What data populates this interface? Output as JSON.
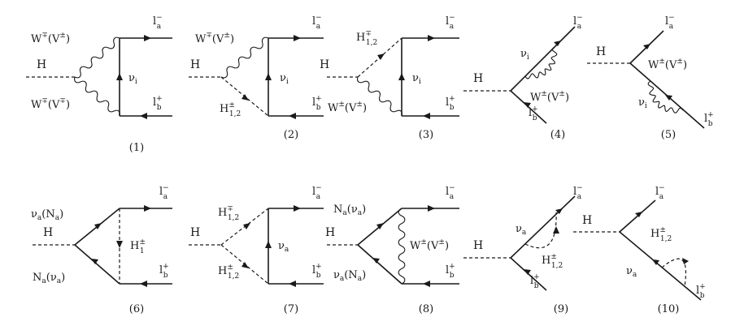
{
  "labels": {
    "H": "H",
    "W_mp": "W",
    "W_mp_sup": "∓",
    "W_mp_V": "(V",
    "W_mp_Vsup": "±",
    "W_mp_close": ")",
    "W_pm": "W",
    "W_pm_sup": "±",
    "W_pm_V": "(V",
    "W_pm_Vsup": "±",
    "W_pm_close": ")",
    "W_mm_V": "(V",
    "W_mm_Vsup": "∓",
    "l": "l",
    "a": "a",
    "b": "b",
    "minus": "−",
    "plus": "+",
    "nu": "ν",
    "i": "i",
    "N": "N",
    "H_charged": "H",
    "H_sub": "1,2",
    "H_sub1": "1",
    "H_sup_pm": "±",
    "H_sup_mp": "∓"
  },
  "diagrams": [
    {
      "number": "(1)"
    },
    {
      "number": "(2)"
    },
    {
      "number": "(3)"
    },
    {
      "number": "(4)"
    },
    {
      "number": "(5)"
    },
    {
      "number": "(6)"
    },
    {
      "number": "(7)"
    },
    {
      "number": "(8)"
    },
    {
      "number": "(9)"
    },
    {
      "number": "(10)"
    }
  ]
}
